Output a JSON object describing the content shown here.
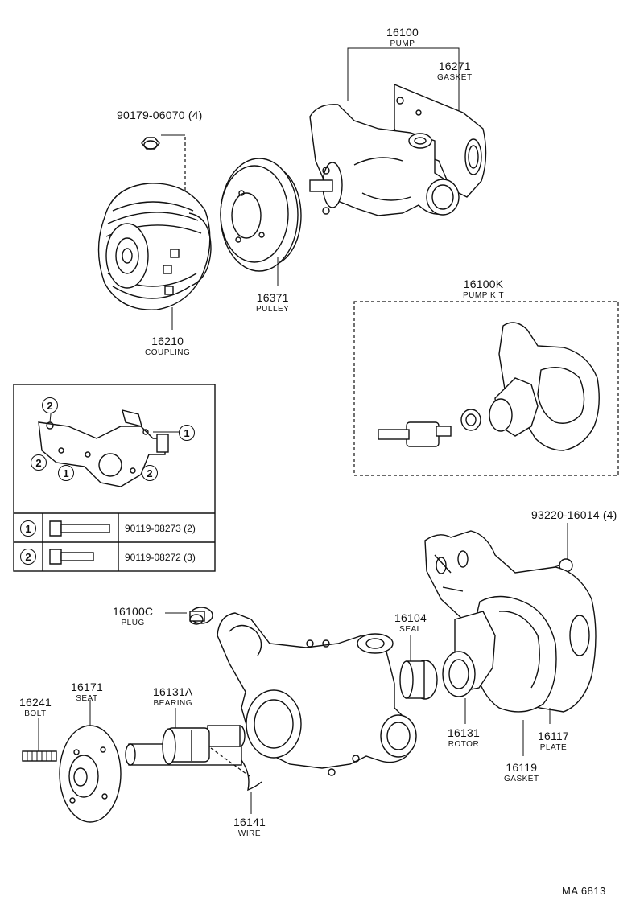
{
  "parts": {
    "p16100": {
      "number": "16100",
      "name": "PUMP"
    },
    "p16271": {
      "number": "16271",
      "name": "GASKET"
    },
    "p90179": {
      "number": "90179-06070 (4)"
    },
    "p16371": {
      "number": "16371",
      "name": "PULLEY"
    },
    "p16210": {
      "number": "16210",
      "name": "COUPLING"
    },
    "p16100k": {
      "number": "16100K",
      "name": "PUMP KIT"
    },
    "p93220": {
      "number": "93220-16014 (4)"
    },
    "p16100c": {
      "number": "16100C",
      "name": "PLUG"
    },
    "p16104": {
      "number": "16104",
      "name": "SEAL"
    },
    "p16171": {
      "number": "16171",
      "name": "SEAT"
    },
    "p16241": {
      "number": "16241",
      "name": "BOLT"
    },
    "p16131a": {
      "number": "16131A",
      "name": "BEARING"
    },
    "p16131": {
      "number": "16131",
      "name": "ROTOR"
    },
    "p16117": {
      "number": "16117",
      "name": "PLATE"
    },
    "p16119": {
      "number": "16119",
      "name": "GASKET"
    },
    "p16141": {
      "number": "16141",
      "name": "WIRE"
    }
  },
  "bolt_table": {
    "markers": {
      "one": "1",
      "two": "2"
    },
    "rows": [
      {
        "marker": "1",
        "part": "90119-08273 (2)"
      },
      {
        "marker": "2",
        "part": "90119-08272 (3)"
      }
    ]
  },
  "footer": {
    "code": "MA  6813"
  }
}
